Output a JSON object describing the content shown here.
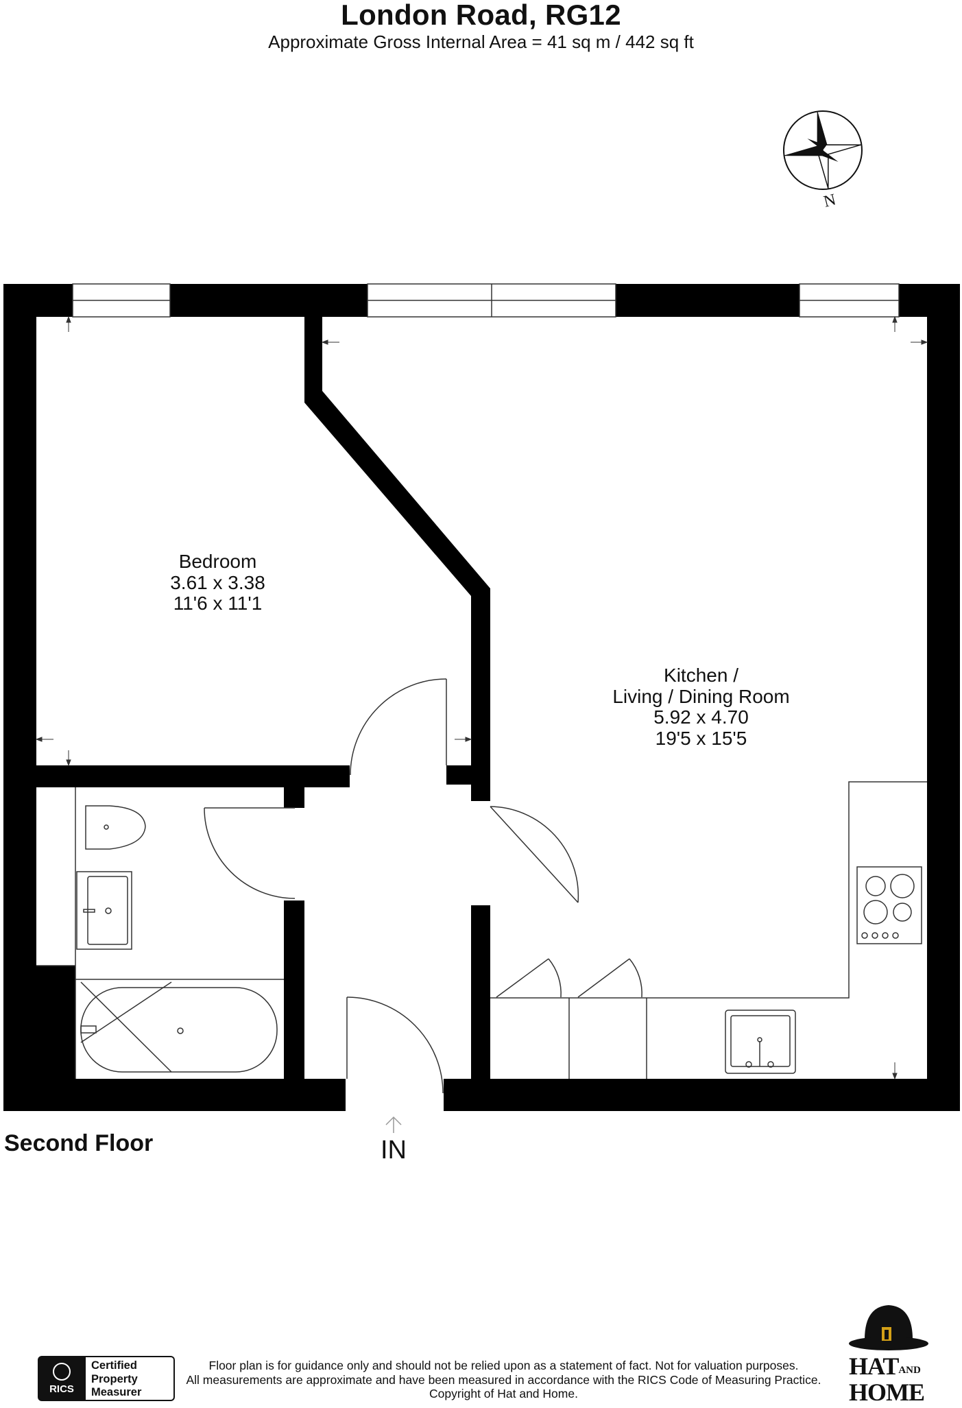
{
  "header": {
    "title": "London Road, RG12",
    "subtitle": "Approximate Gross Internal Area = 41 sq m / 442 sq ft"
  },
  "compass": {
    "label": "N",
    "icon": "compass-rose-icon"
  },
  "rooms": {
    "bedroom": {
      "name": "Bedroom",
      "metric": "3.61 x 3.38",
      "imperial": "11'6 x 11'1"
    },
    "kitchen": {
      "name_line1": "Kitchen /",
      "name_line2": "Living / Dining Room",
      "metric": "5.92 x 4.70",
      "imperial": "19'5 x 15'5"
    }
  },
  "floor_label": "Second Floor",
  "entry_label": "IN",
  "footer": {
    "line1": "Floor plan is for guidance only and should not be relied upon as a statement of fact. Not for valuation purposes.",
    "line2": "All measurements are approximate and have been measured in accordance with the RICS Code of Measuring Practice.",
    "line3": "Copyright of Hat and Home."
  },
  "rics_badge": {
    "mark": "RICS",
    "line1": "Certified",
    "line2": "Property",
    "line3": "Measurer"
  },
  "brand": {
    "word1": "HAT",
    "word_and": "AND",
    "word2": "HOME",
    "icon": "bowler-hat-icon"
  },
  "colors": {
    "wall": "#000000",
    "fixture_stroke": "#333333",
    "background": "#ffffff",
    "hat_band": "#d4a017"
  }
}
